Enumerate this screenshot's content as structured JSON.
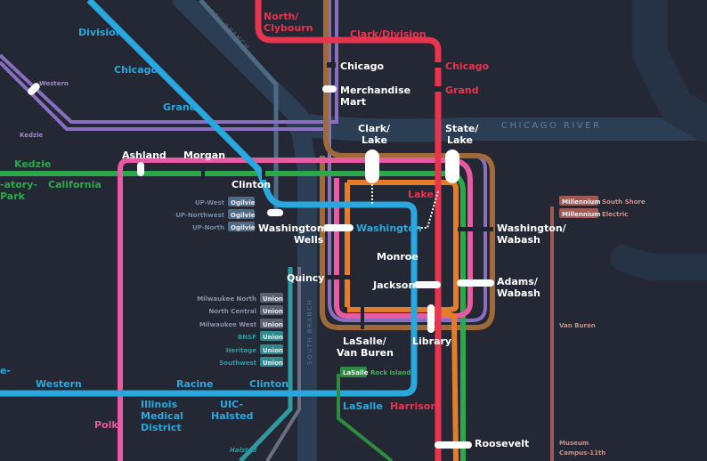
{
  "colors": {
    "background": "#232834",
    "river": "#2b3e54",
    "red": "#e8344e",
    "blue": "#29a8e0",
    "green": "#2aa84a",
    "pink": "#e85aa2",
    "purple": "#8a6fc0",
    "orange": "#e47d2a",
    "brown": "#a0693a",
    "metra_union": "#5b5f72",
    "metra_ogilvie": "#4f6a85",
    "metra_rock_island": "#2f8a42",
    "metra_electric": "#a05a55",
    "bnsf_tag": "#2f9aa0"
  },
  "map": {
    "river_label": "CHICAGO RIVER",
    "north_branch": "NORTH BRANCH",
    "south_branch": "SOUTH BRANCH",
    "stations": {
      "north_clybourn": "North/\nClybourn",
      "division": "Division",
      "chicago_blue": "Chicago",
      "grand_blue": "Grand",
      "western_purple": "Western",
      "kedzie_purple": "Kedzie",
      "clark_division": "Clark/Division",
      "chicago_brown": "Chicago",
      "chicago_red": "Chicago",
      "merchandise_mart": "Merchandise\nMart",
      "grand_red": "Grand",
      "clark_lake": "Clark/\nLake",
      "state_lake": "State/\nLake",
      "ashland": "Ashland",
      "morgan": "Morgan",
      "kedzie_green": "Kedzie",
      "california": "California",
      "conservatory_park": "-atory-\nPark",
      "clinton_green": "Clinton",
      "lake_red": "Lake",
      "washington_wells": "Washington/\nWells",
      "washington_blue": "Washington",
      "washington_wabash": "Washington/\nWabash",
      "monroe": "Monroe",
      "quincy": "Quincy",
      "jackson": "Jackson",
      "adams_wabash": "Adams/\nWabash",
      "lasalle_van_buren": "LaSalle/\nVan Buren",
      "library": "Library",
      "western_blue": "Western",
      "racine": "Racine",
      "clinton_blue": "Clinton",
      "lasalle_blue": "LaSalle",
      "illinois_medical_district": "Illinois\nMedical\nDistrict",
      "uic_halsted": "UIC-\nHalsted",
      "harrison": "Harrison",
      "polk": "Polk",
      "roosevelt": "Roosevelt",
      "van_buren_metra": "Van Buren",
      "museum_campus": "Museum\nCampus-11th",
      "halsted_metra": "Halsted",
      "edge_e": "e-"
    },
    "metra_ogilvie": [
      {
        "line": "UP-West",
        "tag": "Ogilvie"
      },
      {
        "line": "UP-Northwest",
        "tag": "Ogilvie"
      },
      {
        "line": "UP-North",
        "tag": "Ogilvie"
      }
    ],
    "metra_union": [
      {
        "line": "Milwaukee North",
        "tag": "Union"
      },
      {
        "line": "North Central",
        "tag": "Union"
      },
      {
        "line": "Milwaukee West",
        "tag": "Union"
      },
      {
        "line": "BNSF",
        "tag": "Union"
      },
      {
        "line": "Heritage",
        "tag": "Union"
      },
      {
        "line": "Southwest",
        "tag": "Union"
      }
    ],
    "metra_rock_island": {
      "tag": "LaSalle",
      "line": "Rock Island"
    },
    "metra_millennium": [
      {
        "tag": "Millennium",
        "line": "South Shore"
      },
      {
        "tag": "Millennium",
        "line": "Electric"
      }
    ]
  }
}
